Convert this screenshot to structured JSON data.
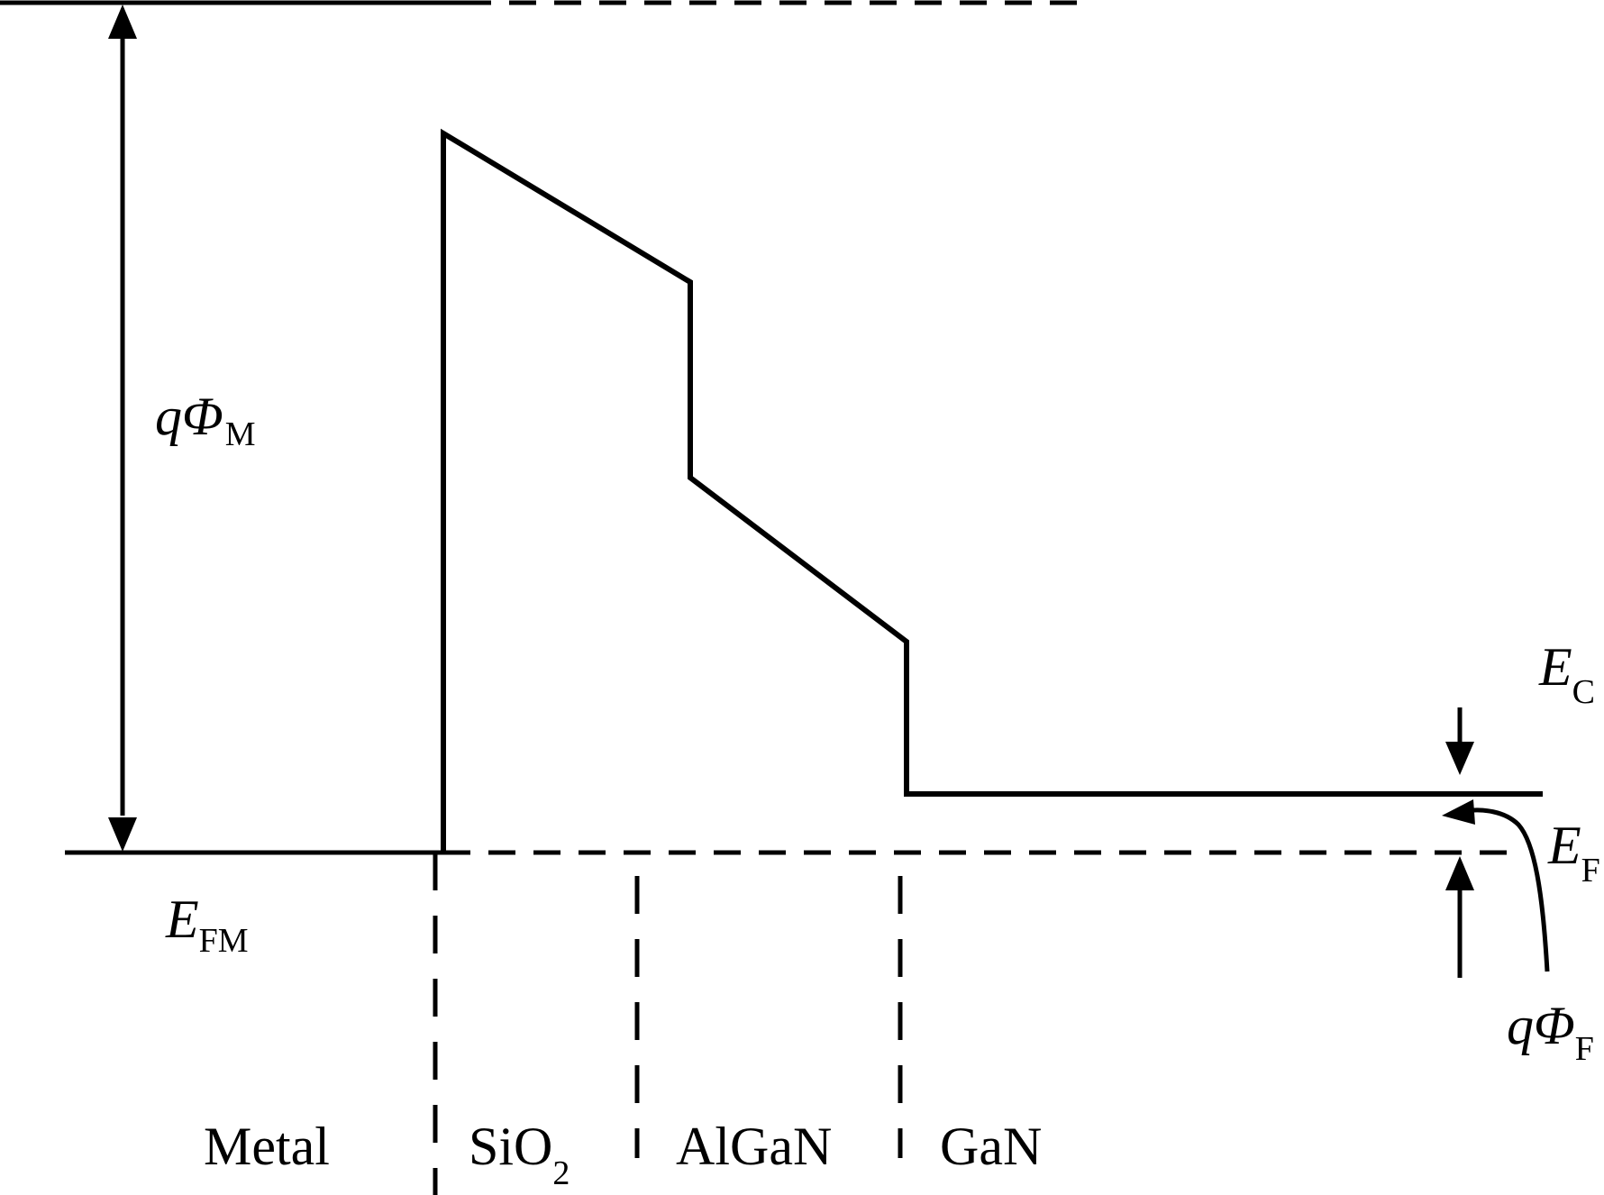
{
  "labels": {
    "work_function_metal": {
      "symbol": "qΦ",
      "subscript": "M"
    },
    "fermi_metal": {
      "symbol": "E",
      "subscript": "FM"
    },
    "conduction_band": {
      "symbol": "E",
      "subscript": "C"
    },
    "fermi_level": {
      "symbol": "E",
      "subscript": "F"
    },
    "fermi_potential": {
      "symbol": "qΦ",
      "subscript": "F"
    }
  },
  "regions": {
    "metal": "Metal",
    "oxide_main": "SiO",
    "oxide_sub": "2",
    "barrier": "AlGaN",
    "channel": "GaN"
  },
  "colors": {
    "line": "#000000",
    "background": "#ffffff"
  }
}
